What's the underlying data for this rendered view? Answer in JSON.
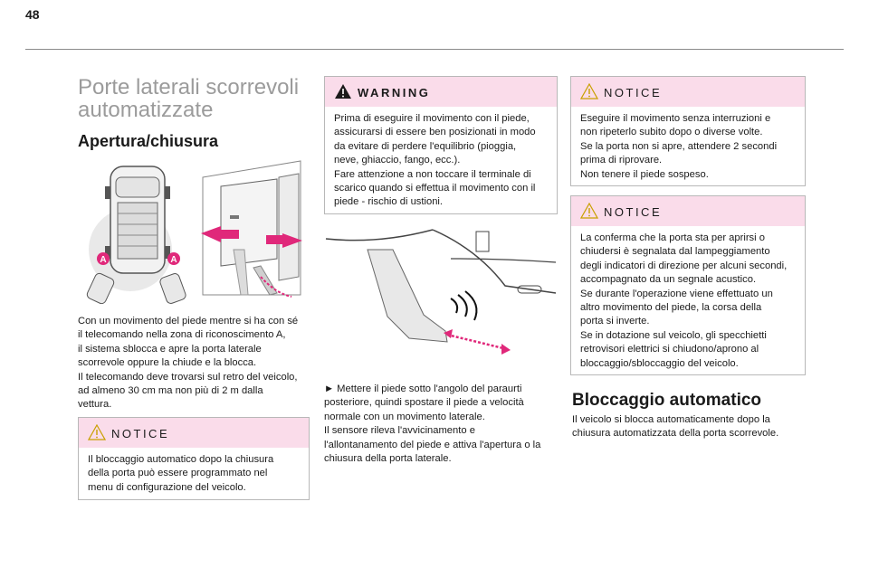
{
  "page_number": "48",
  "title": "Porte laterali scorrevoli automatizzate",
  "section1": {
    "heading": "Apertura/chiusura",
    "label_a": "A",
    "paragraph_lines": [
      "Con un movimento del piede mentre si ha con sé",
      "il telecomando nella zona di riconoscimento A,",
      "il sistema sblocca e apre la porta laterale",
      "scorrevole oppure la chiude e la blocca.",
      "Il telecomando deve trovarsi sul retro del veicolo,",
      "ad almeno 30 cm ma non più di 2 m dalla",
      "vettura."
    ]
  },
  "notice1": {
    "title": "NOTICE",
    "lines": [
      "Il bloccaggio automatico dopo la chiusura",
      "della porta può essere programmato nel",
      "menu di configurazione del veicolo."
    ]
  },
  "warning": {
    "title": "WARNING",
    "lines": [
      "Prima di eseguire il movimento con il piede,",
      "assicurarsi di essere ben posizionati in modo",
      "da evitare di perdere l'equilibrio (pioggia,",
      "neve, ghiaccio, fango, ecc.).",
      "Fare attenzione a non toccare il terminale di",
      "scarico quando si effettua il movimento con il",
      "piede - rischio di ustioni."
    ]
  },
  "instruction": {
    "lines": [
      "►  Mettere il piede sotto l'angolo del paraurti",
      "posteriore, quindi spostare il piede a velocità",
      "normale con un movimento laterale.",
      "Il sensore rileva l'avvicinamento e",
      "l'allontanamento del piede e attiva l'apertura o la",
      "chiusura della porta laterale."
    ]
  },
  "notice2": {
    "title": "NOTICE",
    "lines": [
      "Eseguire il movimento senza interruzioni e",
      "non ripeterlo subito dopo o diverse volte.",
      "Se la porta non si apre, attendere 2 secondi",
      "prima di riprovare.",
      "Non tenere il piede sospeso."
    ]
  },
  "notice3": {
    "title": "NOTICE",
    "lines": [
      "La conferma che la porta sta per aprirsi o",
      "chiudersi è segnalata dal lampeggiamento",
      "degli indicatori di direzione per alcuni secondi,",
      "accompagnato da un segnale acustico.",
      "Se durante l'operazione viene effettuato un",
      "altro movimento del piede, la corsa della",
      "porta si inverte.",
      "Se in dotazione sul veicolo, gli specchietti",
      "retrovisori elettrici si chiudono/aprono al",
      "bloccaggio/sbloccaggio del veicolo."
    ]
  },
  "section2": {
    "heading": "Bloccaggio automatico",
    "lines": [
      "Il veicolo si blocca automaticamente dopo la",
      "chiusura automatizzata della porta scorrevole."
    ]
  },
  "colors": {
    "accent_pink": "#fadcea",
    "magenta": "#e0287a",
    "grey_title": "#9b9b9b"
  }
}
